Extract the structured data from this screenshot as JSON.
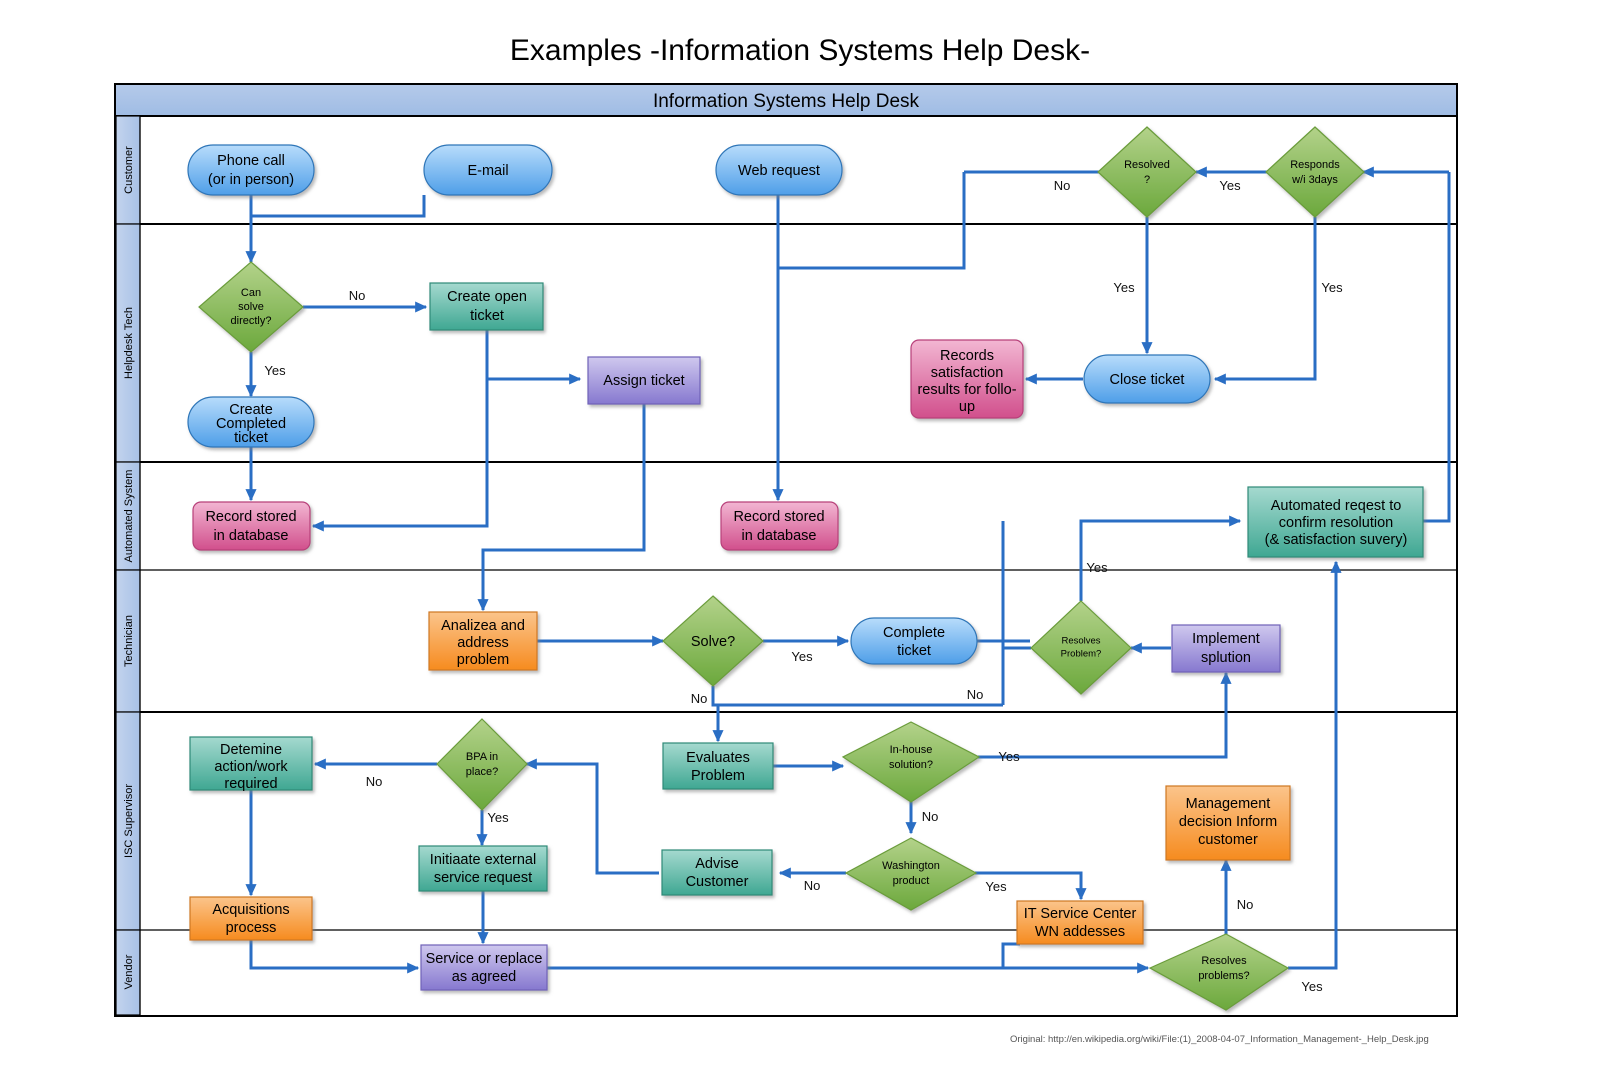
{
  "title": "Examples -Information Systems Help Desk-",
  "pool": {
    "title": "Information Systems Help Desk"
  },
  "footer": "Original: http://en.wikipedia.org/wiki/File:(1)_2008-04-07_Information_Management-_Help_Desk.jpg",
  "lanes": [
    {
      "id": "customer",
      "label": "Customer"
    },
    {
      "id": "helpdesk",
      "label": "Helpdesk Tech"
    },
    {
      "id": "automated",
      "label": "Automated System"
    },
    {
      "id": "technician",
      "label": "Technician"
    },
    {
      "id": "supervisor",
      "label": "ISC Supervisor"
    },
    {
      "id": "vendor",
      "label": "Vendor"
    }
  ],
  "colors": {
    "pool_header": "#a8c2e8",
    "lane_header": "#b3c9ea",
    "connector": "#2a6ec4",
    "blue_node": "#6aaff0",
    "green_diamond": "#8cbb5c",
    "teal_node": "#5ab5a4",
    "purple_node": "#9a8fd8",
    "pink_node": "#d9619a",
    "orange_node": "#f79646",
    "frame": "#000000"
  },
  "nodes": [
    {
      "id": "phone-call",
      "label": "Phone call\n(or in person)",
      "shape": "rounded",
      "color": "blue",
      "lane": "customer"
    },
    {
      "id": "email",
      "label": "E-mail",
      "shape": "rounded",
      "color": "blue",
      "lane": "customer"
    },
    {
      "id": "web-request",
      "label": "Web request",
      "shape": "rounded",
      "color": "blue",
      "lane": "customer"
    },
    {
      "id": "resolved",
      "label": "Resolved\n?",
      "shape": "diamond",
      "color": "green",
      "lane": "customer"
    },
    {
      "id": "responds-wi-3days",
      "label": "Responds\nw/i 3days",
      "shape": "diamond",
      "color": "green",
      "lane": "customer"
    },
    {
      "id": "can-solve-directly",
      "label": "Can\nsolve\ndirectly?",
      "shape": "diamond",
      "color": "green",
      "lane": "helpdesk"
    },
    {
      "id": "create-open-ticket",
      "label": "Create open\nticket",
      "shape": "rect",
      "color": "teal",
      "lane": "helpdesk"
    },
    {
      "id": "assign-ticket",
      "label": "Assign ticket",
      "shape": "rect",
      "color": "purple",
      "lane": "helpdesk"
    },
    {
      "id": "create-completed-ticket",
      "label": "Create\nCompleted\nticket",
      "shape": "rounded",
      "color": "blue",
      "lane": "helpdesk"
    },
    {
      "id": "records-satisfaction",
      "label": "Records\nsatisfaction\nresults for follo-\nup",
      "shape": "rounded-rect",
      "color": "pink",
      "lane": "helpdesk"
    },
    {
      "id": "close-ticket",
      "label": "Close ticket",
      "shape": "rounded",
      "color": "blue",
      "lane": "helpdesk"
    },
    {
      "id": "record-stored-1",
      "label": "Record stored\nin database",
      "shape": "rounded-rect",
      "color": "pink",
      "lane": "automated"
    },
    {
      "id": "record-stored-2",
      "label": "Record stored\nin database",
      "shape": "rounded-rect",
      "color": "pink",
      "lane": "automated"
    },
    {
      "id": "automated-request",
      "label": "Automated reqest to\nconfirm resolution\n(& satisfaction suvery)",
      "shape": "rect",
      "color": "teal",
      "lane": "automated"
    },
    {
      "id": "analizea-address-problem",
      "label": "Analizea and\naddress\nproblem",
      "shape": "rect",
      "color": "orange",
      "lane": "technician"
    },
    {
      "id": "solve",
      "label": "Solve?",
      "shape": "diamond",
      "color": "green",
      "lane": "technician"
    },
    {
      "id": "complete-ticket",
      "label": "Complete\nticket",
      "shape": "rounded",
      "color": "blue",
      "lane": "technician"
    },
    {
      "id": "resolves-problem",
      "label": "Resolves\nProblem?",
      "shape": "diamond",
      "color": "green",
      "lane": "technician"
    },
    {
      "id": "implement-splution",
      "label": "Implement\nsplution",
      "shape": "rect",
      "color": "purple",
      "lane": "technician"
    },
    {
      "id": "detemine-action-work",
      "label": "Detemine\naction/work\nrequired",
      "shape": "rect",
      "color": "teal",
      "lane": "supervisor"
    },
    {
      "id": "bpa-in-place",
      "label": "BPA in\nplace?",
      "shape": "diamond",
      "color": "green",
      "lane": "supervisor"
    },
    {
      "id": "evaluates-problem",
      "label": "Evaluates\nProblem",
      "shape": "rect",
      "color": "teal",
      "lane": "supervisor"
    },
    {
      "id": "in-house-solution",
      "label": "In-house\nsolution?",
      "shape": "diamond",
      "color": "green",
      "lane": "supervisor"
    },
    {
      "id": "management-decision",
      "label": "Management\ndecision Inform\ncustomer",
      "shape": "rect",
      "color": "orange",
      "lane": "supervisor"
    },
    {
      "id": "initiaate-external",
      "label": "Initiaate external\nservice request",
      "shape": "rect",
      "color": "teal",
      "lane": "supervisor"
    },
    {
      "id": "advise-customer",
      "label": "Advise\nCustomer",
      "shape": "rect",
      "color": "teal",
      "lane": "supervisor"
    },
    {
      "id": "washington-product",
      "label": "Washington\nproduct",
      "shape": "diamond",
      "color": "green",
      "lane": "supervisor"
    },
    {
      "id": "it-service-center",
      "label": "IT Service Center\nWN addesses",
      "shape": "rect",
      "color": "orange",
      "lane": "supervisor"
    },
    {
      "id": "acquisitions-process",
      "label": "Acquisitions\nprocess",
      "shape": "rect",
      "color": "orange",
      "lane": "supervisor"
    },
    {
      "id": "service-or-replace",
      "label": "Service or replace\nas agreed",
      "shape": "rect",
      "color": "purple",
      "lane": "vendor"
    },
    {
      "id": "resolves-problems",
      "label": "Resolves\nproblems?",
      "shape": "diamond",
      "color": "green",
      "lane": "vendor"
    }
  ],
  "edge_labels": [
    {
      "id": "resolved-no",
      "text": "No"
    },
    {
      "id": "responds-yes",
      "text": "Yes"
    },
    {
      "id": "resolved-yes",
      "text": "Yes"
    },
    {
      "id": "responds-down-yes",
      "text": "Yes"
    },
    {
      "id": "can-solve-no",
      "text": "No"
    },
    {
      "id": "can-solve-yes",
      "text": "Yes"
    },
    {
      "id": "solve-yes",
      "text": "Yes"
    },
    {
      "id": "solve-no",
      "text": "No"
    },
    {
      "id": "resolves-problem-no",
      "text": "No"
    },
    {
      "id": "resolves-problem-yes",
      "text": "Yes"
    },
    {
      "id": "bpa-no",
      "text": "No"
    },
    {
      "id": "bpa-yes",
      "text": "Yes"
    },
    {
      "id": "inhouse-yes",
      "text": "Yes"
    },
    {
      "id": "inhouse-no",
      "text": "No"
    },
    {
      "id": "washington-no",
      "text": "No"
    },
    {
      "id": "washington-yes",
      "text": "Yes"
    },
    {
      "id": "resolves-problems-no",
      "text": "No"
    },
    {
      "id": "resolves-problems-yes",
      "text": "Yes"
    }
  ]
}
